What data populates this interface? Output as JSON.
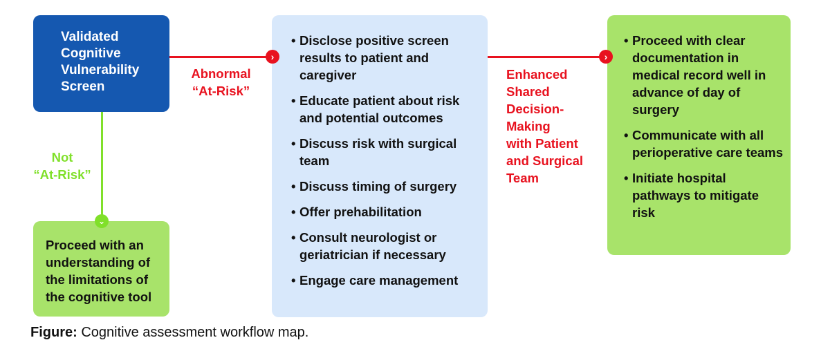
{
  "screen_box": {
    "title": "Validated Cognitive Vulnerability Screen"
  },
  "abnormal_label": [
    "Abnormal",
    "“At-Risk”"
  ],
  "not_at_risk_label": [
    "Not",
    "“At-Risk”"
  ],
  "limitations_box": {
    "text": "Proceed with an understanding of the limitations of the cognitive tool"
  },
  "actions_box": {
    "items": [
      "Disclose positive screen results to patient and caregiver",
      "Educate patient about risk and potential outcomes",
      "Discuss risk with surgical team",
      "Discuss timing of surgery",
      "Offer prehabilitation",
      "Consult neurologist or geriatrician if necessary",
      "Engage care management"
    ]
  },
  "sdm_label": [
    "Enhanced",
    "Shared",
    "Decision-",
    "Making",
    "with Patient",
    "and Surgical",
    "Team"
  ],
  "outcome_box": {
    "items": [
      "Proceed with clear documentation in medical record well in advance of day of surgery",
      "Communicate with all perioperative care teams",
      "Initiate hospital pathways to mitigate risk"
    ]
  },
  "caption": {
    "bold": "Figure:",
    "text": " Cognitive assessment workflow map."
  },
  "icons": {
    "arrow_right": "chevron-right-icon",
    "arrow_down": "chevron-down-icon"
  },
  "colors": {
    "blue": "#1558b0",
    "green": "#a8e36a",
    "light_blue": "#d8e8fb",
    "red": "#e8121f",
    "lime": "#80e02a"
  }
}
